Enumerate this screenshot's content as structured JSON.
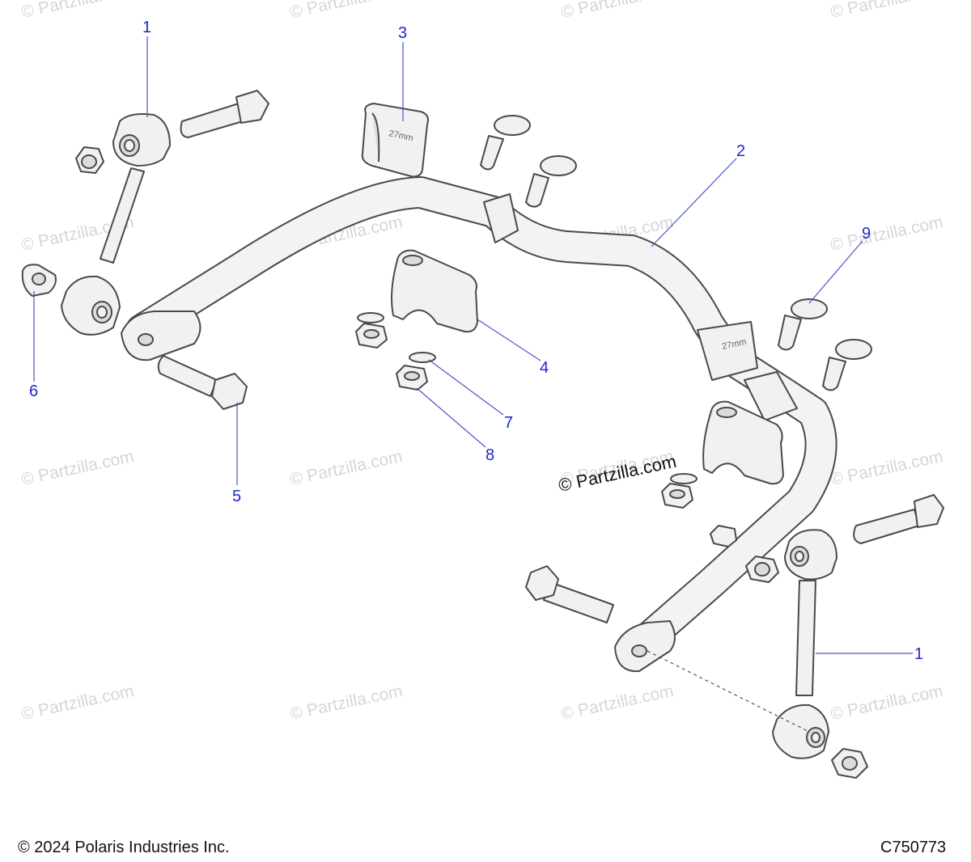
{
  "watermark": {
    "text": "© Partzilla.com"
  },
  "center_watermark": {
    "text": "© Partzilla.com"
  },
  "bushing_marking": "27mm",
  "callouts": [
    {
      "id": "callout-1-top",
      "label": "1"
    },
    {
      "id": "callout-2",
      "label": "2"
    },
    {
      "id": "callout-3",
      "label": "3"
    },
    {
      "id": "callout-4",
      "label": "4"
    },
    {
      "id": "callout-5",
      "label": "5"
    },
    {
      "id": "callout-6",
      "label": "6"
    },
    {
      "id": "callout-7",
      "label": "7"
    },
    {
      "id": "callout-8",
      "label": "8"
    },
    {
      "id": "callout-9",
      "label": "9"
    },
    {
      "id": "callout-1-bottom",
      "label": "1"
    }
  ],
  "footer": {
    "copyright": "© 2024 Polaris Industries Inc.",
    "diagram_code": "C750773"
  },
  "colors": {
    "callout_text": "#1e28c8",
    "leader_line": "#4b55c8",
    "part_fill": "#f1f1f1",
    "part_outline": "#4a4a4a",
    "watermark": "#d6d6d6"
  }
}
